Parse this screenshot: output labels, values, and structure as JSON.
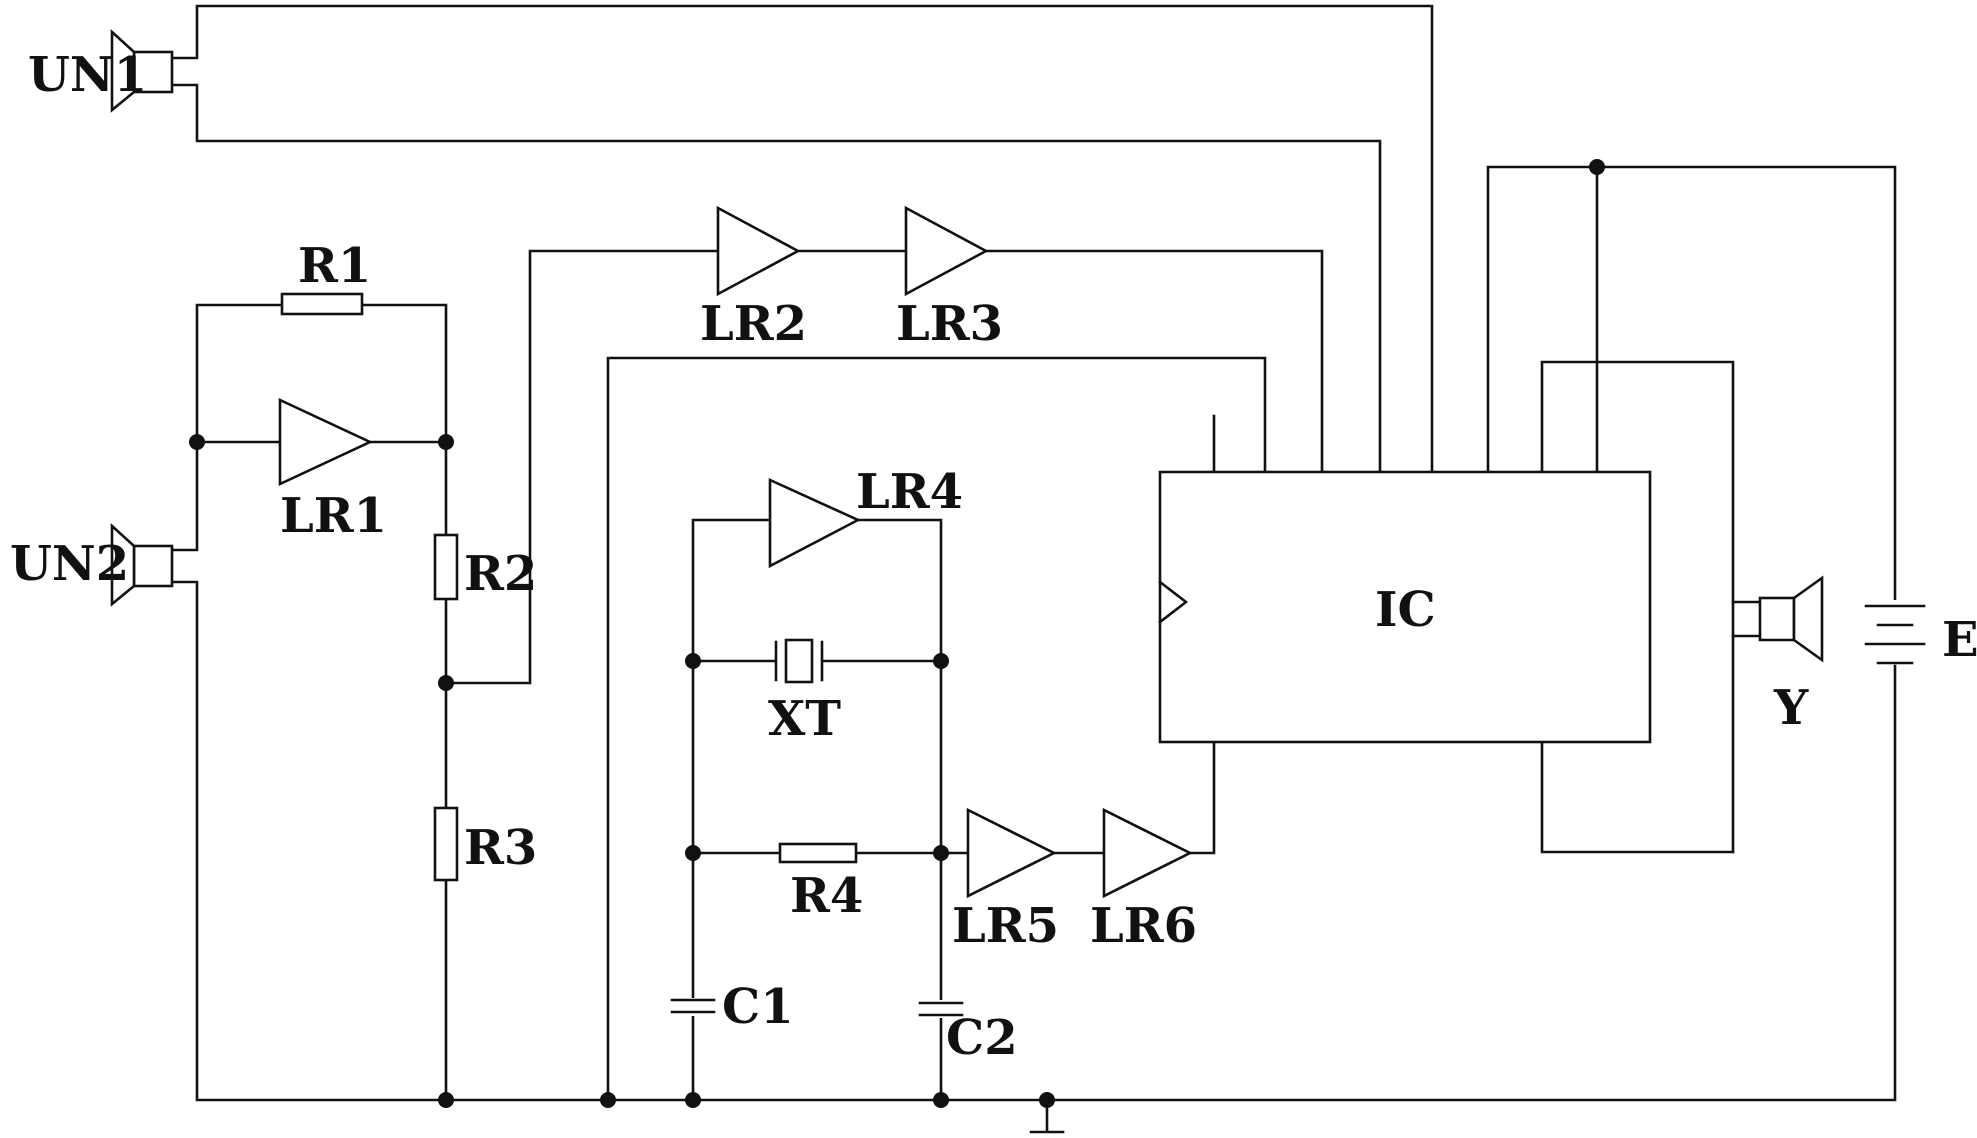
{
  "ic": {
    "label": "IC"
  },
  "microphones": [
    {
      "id": "UN1",
      "label": "UN1"
    },
    {
      "id": "UN2",
      "label": "UN2"
    }
  ],
  "speaker": {
    "label": "Y"
  },
  "battery": {
    "label": "E"
  },
  "resistors": [
    {
      "id": "R1",
      "label": "R1"
    },
    {
      "id": "R2",
      "label": "R2"
    },
    {
      "id": "R3",
      "label": "R3"
    },
    {
      "id": "R4",
      "label": "R4"
    }
  ],
  "capacitors": [
    {
      "id": "C1",
      "label": "C1"
    },
    {
      "id": "C2",
      "label": "C2"
    }
  ],
  "crystal": {
    "label": "XT"
  },
  "amplifiers": [
    {
      "id": "LR1",
      "label": "LR1"
    },
    {
      "id": "LR2",
      "label": "LR2"
    },
    {
      "id": "LR3",
      "label": "LR3"
    },
    {
      "id": "LR4",
      "label": "LR4"
    },
    {
      "id": "LR5",
      "label": "LR5"
    },
    {
      "id": "LR6",
      "label": "LR6"
    }
  ]
}
